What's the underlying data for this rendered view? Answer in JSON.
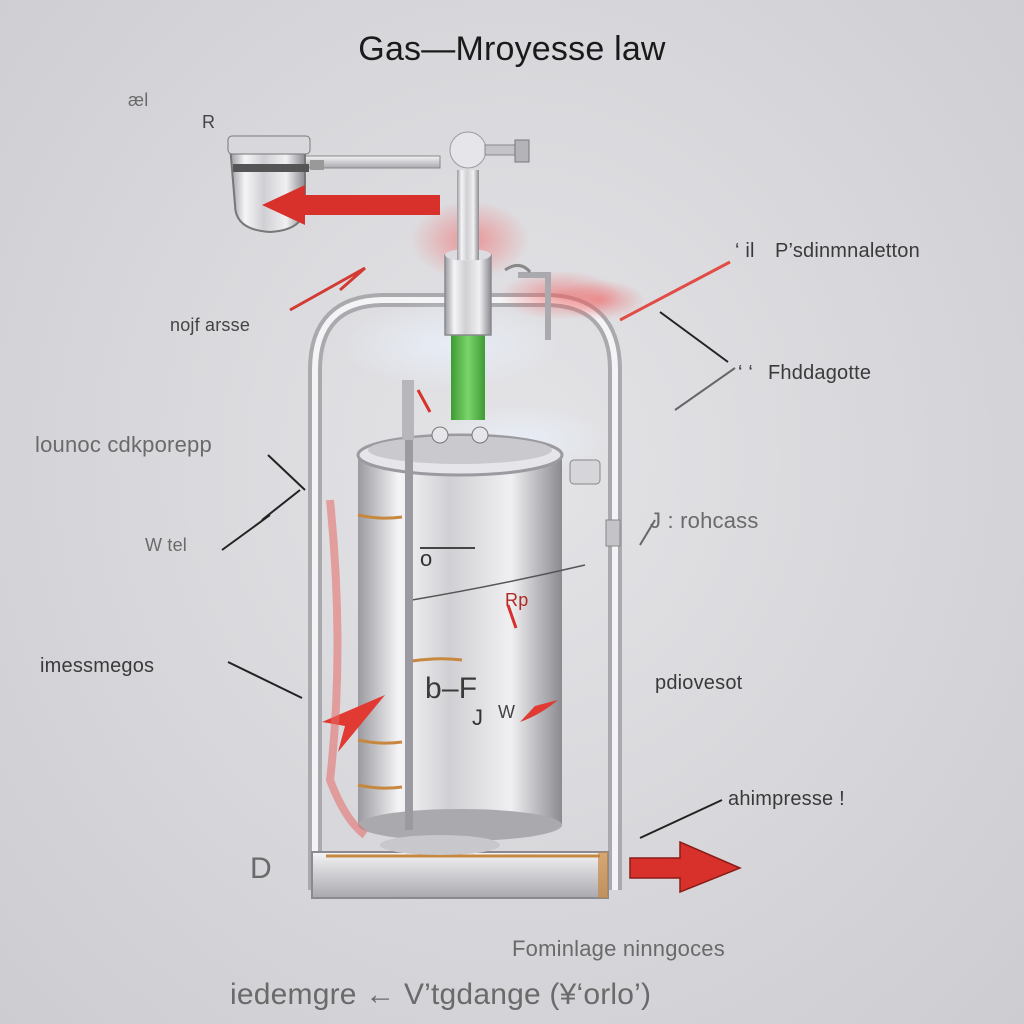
{
  "title": "Gas—Mroyesse law",
  "labels": {
    "top_left_mark": "æl",
    "small_tag": "R",
    "p_label": "P’sdinmnaletton",
    "p_prefix": "‘ il",
    "f_label": "Fhddagotte",
    "f_prefix": "‘ ‘",
    "nojf_label": "nojf arsse",
    "lounoc_label": "lounoc cdkporepp",
    "w_label": "W tel",
    "j_label": "J : rohcass",
    "imessmegos_label": "imessmegos",
    "pdiovesot_label": "pdiovesot",
    "ahimpresse_label": "ahimpresse !",
    "d_label": "D",
    "tank_o_mark": "o",
    "tank_rp_mark": "Rp",
    "tank_bf_mark": "b–F",
    "tank_j_mark": "J",
    "tank_w_mark": "W",
    "fominlage_label": "Fominlage ninngoces",
    "bottom_label": "iedemgre ← V’tgdange (¥‘orlo’)"
  },
  "colors": {
    "arrow_red": "#d8312b",
    "steel_light": "#f2f2f2",
    "steel_dark": "#8e8e92",
    "green_tube": "#5cc24a",
    "copper": "#c8873e",
    "frame": "#b9b9bd"
  },
  "icons": [
    "red-arrow-icon",
    "pointer-arrow-icon"
  ]
}
